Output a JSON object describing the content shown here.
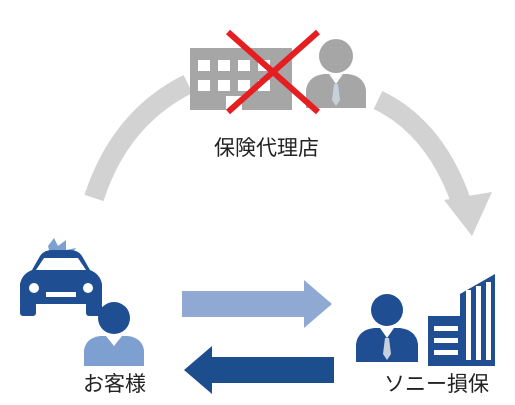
{
  "labels": {
    "agent": "保険代理店",
    "customer": "お客様",
    "insurer": "ソニー損保"
  },
  "colors": {
    "gray_arc": "#d2d2d2",
    "gray_icon": "#a6a6a6",
    "cross": "#e51e22",
    "navy": "#1f4f92",
    "light_arrow": "#8fa9d3",
    "dark_arrow": "#1c4d8d",
    "tie": "#c7d1de"
  },
  "icons": {
    "agent_building": "office-building-icon",
    "agent_person": "business-person-icon",
    "cross": "cross-out-icon",
    "car": "car-accident-icon",
    "customer": "person-icon",
    "insurer_person": "business-person-icon",
    "insurer_building": "skyscraper-icon"
  }
}
